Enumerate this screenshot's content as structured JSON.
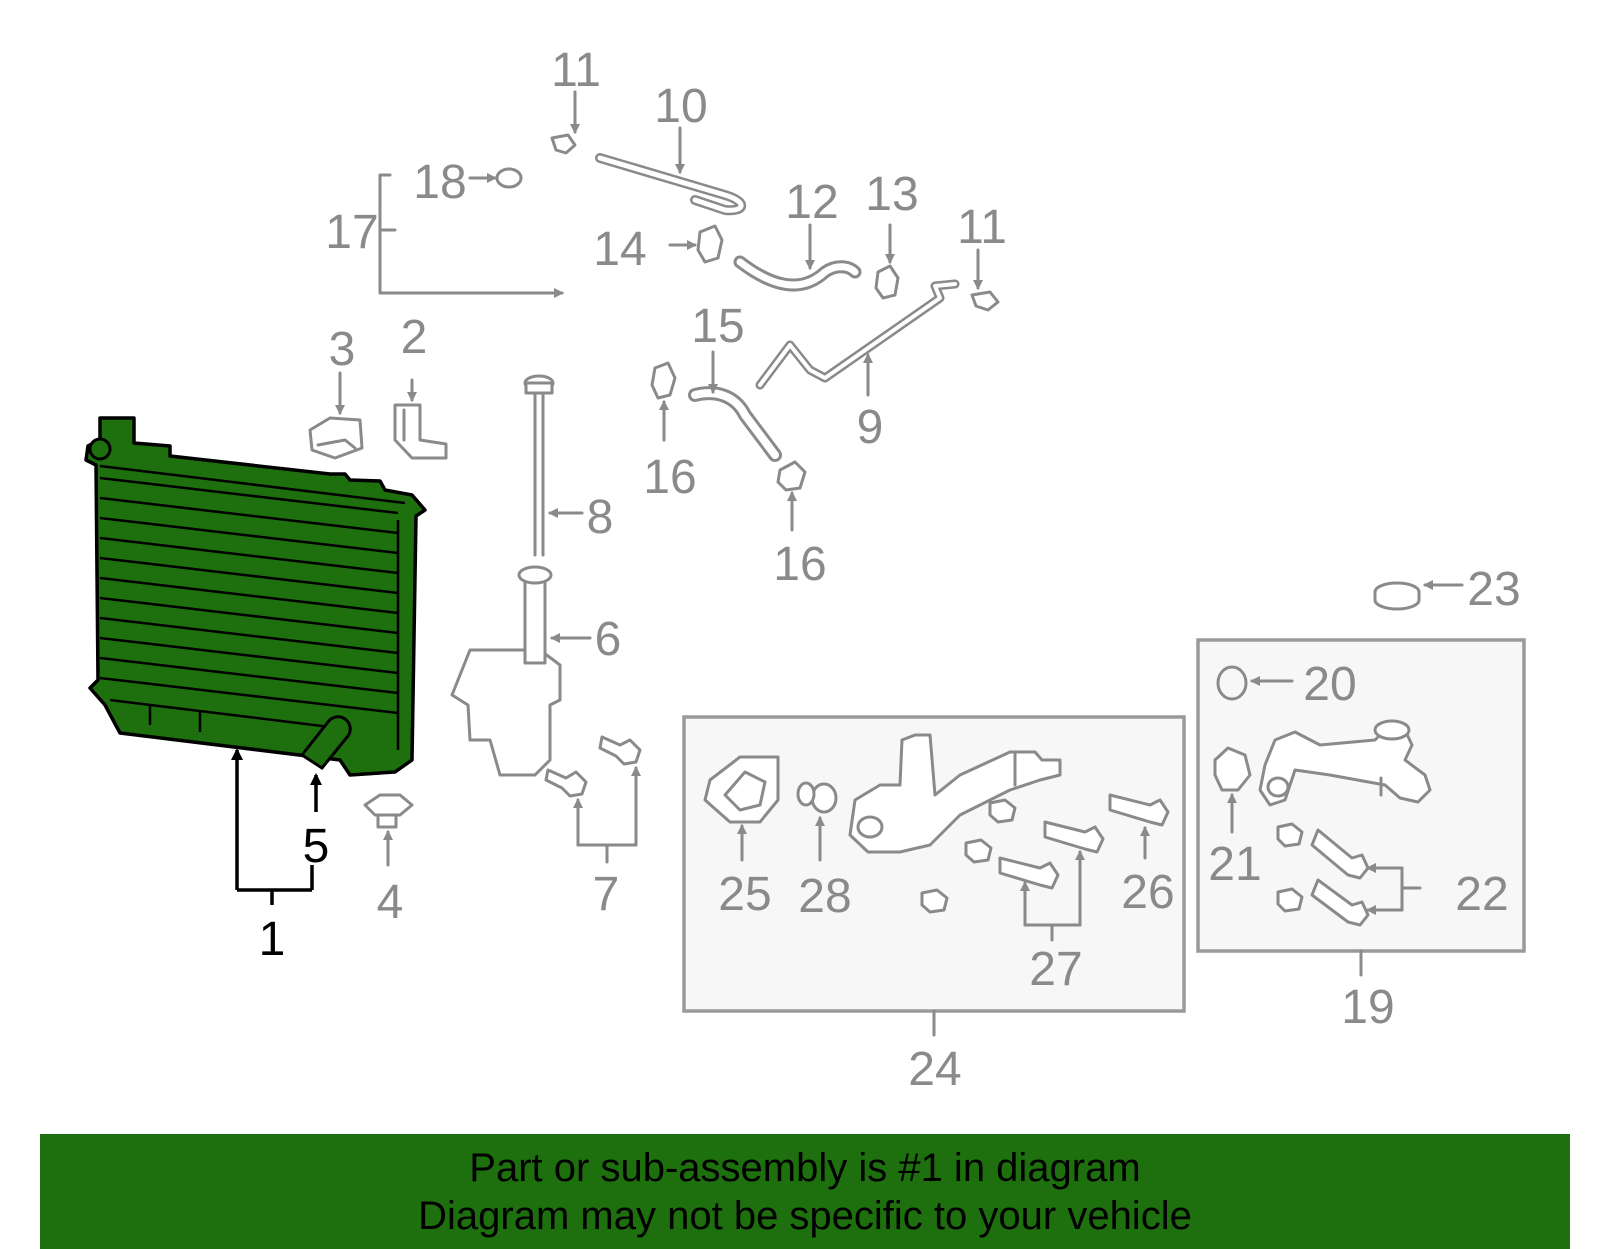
{
  "colors": {
    "highlight": "#1e6f0d",
    "line": "#8a8a8a",
    "banner": "#1e6f0d"
  },
  "parts": {
    "p1": "1",
    "p2": "2",
    "p3": "3",
    "p4": "4",
    "p5": "5",
    "p6": "6",
    "p7": "7",
    "p8": "8",
    "p9": "9",
    "p10": "10",
    "p11": "11",
    "p12": "12",
    "p13": "13",
    "p14": "14",
    "p15": "15",
    "p16": "16",
    "p17": "17",
    "p18": "18",
    "p19": "19",
    "p20": "20",
    "p21": "21",
    "p22": "22",
    "p23": "23",
    "p24": "24",
    "p25": "25",
    "p26": "26",
    "p27": "27",
    "p28": "28"
  },
  "banner": {
    "line1": "Part or sub-assembly is #1 in diagram",
    "line2": "Diagram may not be specific to your vehicle"
  }
}
